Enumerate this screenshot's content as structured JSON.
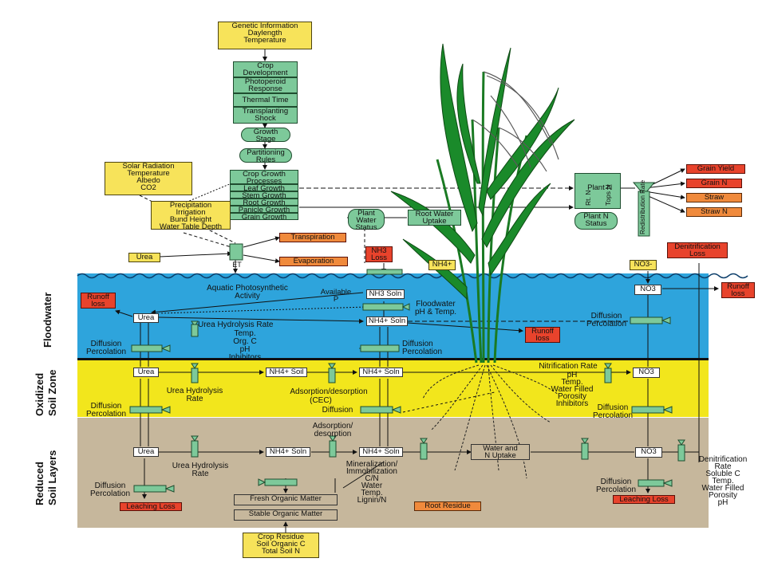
{
  "colors": {
    "floodwater": "#2ea4dc",
    "oxidized": "#f2e61c",
    "reduced": "#c6b79c",
    "state_box": "#7dc99a",
    "input_box": "#f7e35a",
    "loss_flag": "#e8432c",
    "output_flag": "#f08a3c"
  },
  "zones": {
    "floodwater": "Floodwater",
    "oxidized": "Oxidized\nSoil Zone",
    "reduced": "Reduced\nSoil Layers"
  },
  "top": {
    "genetic": "Genetic Information\nDaylength\nTemperature",
    "crop_dev": "Crop\nDevelopment",
    "photo": "Photoperoid\nResponse",
    "thermal": "Thermal Time",
    "transplant": "Transplanting\nShock",
    "growth_stage": "Growth\nStage",
    "partitioning": "Partitioning\nRules",
    "cgp": "Crop Growth\nProcesses",
    "leaf": "Leaf Growth",
    "stem": "Stem Growth",
    "root": "Root Growth",
    "panicle": "Panicle Growth",
    "grain": "Grain Growth",
    "solar": "Solar Radiation\nTemperature\nAlbedo\nCO2",
    "precip": "Precipitation\nIrrigation\nBund Height\nWater Table Depth",
    "plant_water": "Plant\nWater\nStatus",
    "root_water": "Root Water\nUptake",
    "transpiration": "Transpiration",
    "evaporation": "Evaporation",
    "et": "ET",
    "urea_top": "Urea",
    "nh3_loss": "NH3\nLoss",
    "nh4_plus": "NH4+",
    "no3_top": "NO3-",
    "denit_loss": "Denitrification\nLoss"
  },
  "plant": {
    "plant_n": "Plant N",
    "rt_n": "Rt. N",
    "tops_n": "Tops N",
    "plant_n_status": "Plant N\nStatus",
    "redistribution": "Redistribution\nRate",
    "outputs": [
      "Grain Yield",
      "Grain N",
      "Straw",
      "Straw N"
    ]
  },
  "flood": {
    "runoff_left": "Runoff\nloss",
    "aquatic": "Aquatic Photosynthetic\nActivity",
    "available_p": "Available\nP",
    "nh3_soln": "NH3 Soln",
    "floodwater_ph": "Floodwater\npH & Temp.",
    "urea": "Urea",
    "urea_hydrolysis": "Urea Hydrolysis Rate",
    "urea_factors": "Temp.\nOrg. C\npH\nInhibitors",
    "nh4_soln": "NH4+ Soln",
    "diffusion_left": "Diffusion\nPercolation",
    "diffusion_mid": "Diffusion\nPercolation",
    "runoff_mid": "Runoff\nloss",
    "no3": "NO3",
    "diffusion_right": "Diffusion\nPercolation",
    "runoff_right": "Runoff\nloss"
  },
  "oxidized": {
    "urea": "Urea",
    "urea_hydrolysis": "Urea Hydrolysis\nRate",
    "nh4_soil": "NH4+ Soil",
    "nh4_soln": "NH4+ Soln",
    "adsorption": "Adsorption/desorption",
    "cec": "(CEC)",
    "diffusion_mid": "Diffusion",
    "diffusion_left": "Diffusion\nPercolation",
    "nitrification": "Nitrification Rate",
    "nitrif_factors": "pH\nTemp.\nWater Filled\nPorosity\nInhibitors",
    "no3": "NO3",
    "diffusion_right": "Diffusion\nPercolation"
  },
  "reduced": {
    "urea": "Urea",
    "urea_hydrolysis": "Urea Hydrolysis\nRate",
    "nh4_soln": "NH4+ Soln",
    "adsorption": "Adsorption/\ndesorption",
    "mineralization": "Mineralization/\nImmobilization\nC/N\nWater\nTemp.\nLignin/N",
    "water_n": "Water and\nN Uptake",
    "no3": "NO3",
    "denit_factors": "Denitrification\nRate\nSoluble C\nTemp.\nWater Filled\nPorosity\npH",
    "diffusion_left": "Diffusion\nPercolation",
    "diffusion_right": "Diffusion\nPercolation",
    "leaching_left": "Leaching Loss",
    "leaching_right": "Leaching Loss",
    "root_residue": "Root Residue",
    "fresh_om": "Fresh Organic Matter",
    "stable_om": "Stable Organic Matter",
    "inputs": "Crop Residue\nSoil Organic C\nTotal Soil N"
  }
}
